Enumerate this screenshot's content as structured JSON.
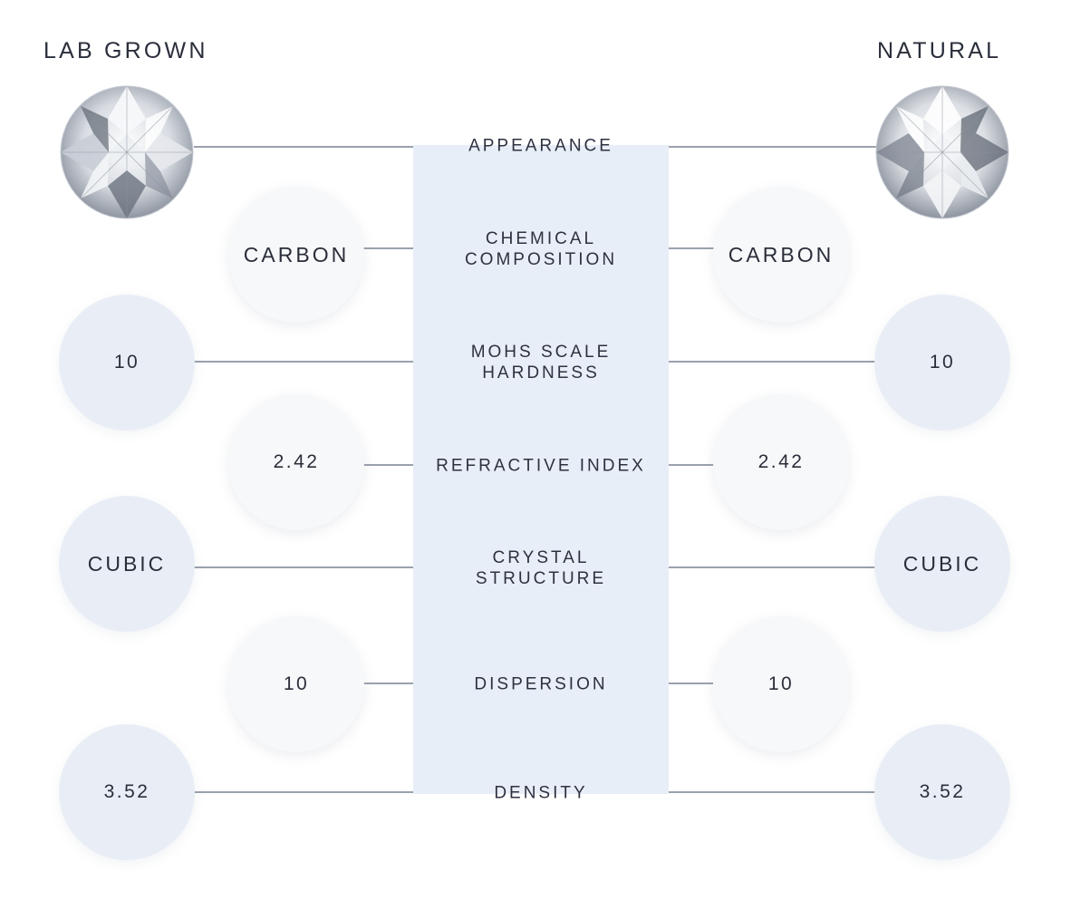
{
  "columns": {
    "left_title": "LAB GROWN",
    "right_title": "NATURAL"
  },
  "properties": [
    {
      "key": "appearance",
      "label": "APPEARANCE"
    },
    {
      "key": "chemical",
      "label": "CHEMICAL\nCOMPOSITION",
      "lab_value": "CARBON",
      "natural_value": "CARBON"
    },
    {
      "key": "mohs",
      "label": "MOHS SCALE\nHARDNESS",
      "lab_value": "10",
      "natural_value": "10"
    },
    {
      "key": "refractive",
      "label": "REFRACTIVE INDEX",
      "lab_value": "2.42",
      "natural_value": "2.42"
    },
    {
      "key": "crystal",
      "label": "CRYSTAL\nSTRUCTURE",
      "lab_value": "CUBIC",
      "natural_value": "CUBIC"
    },
    {
      "key": "dispersion",
      "label": "DISPERSION",
      "lab_value": "10",
      "natural_value": "10"
    },
    {
      "key": "density",
      "label": "DENSITY",
      "lab_value": "3.52",
      "natural_value": "3.52"
    }
  ],
  "icons": {
    "lab_gem": "diamond-icon",
    "natural_gem": "diamond-icon"
  },
  "colors": {
    "panel": "#e8eef7",
    "connector": "#9aa1ad",
    "text": "#2a2e3a"
  }
}
